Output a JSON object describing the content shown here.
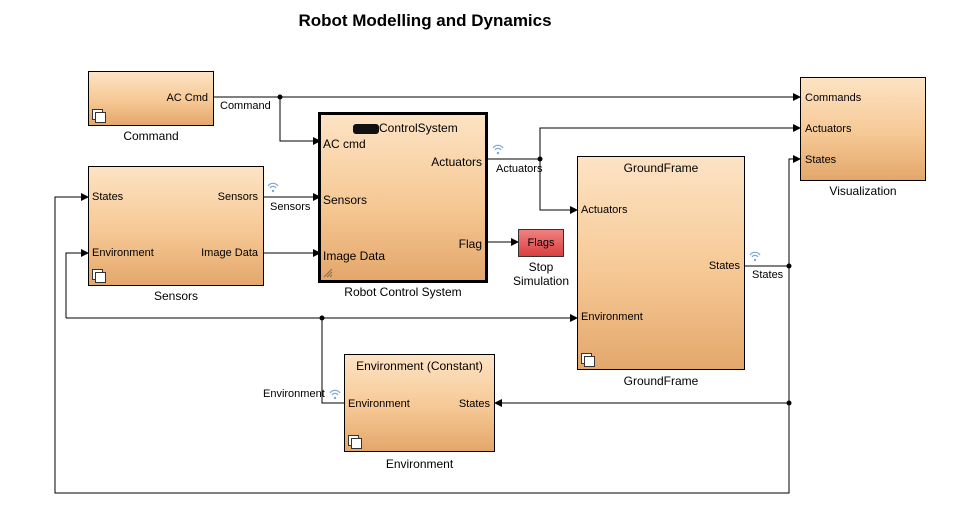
{
  "title": "Robot Modelling and Dynamics",
  "blocks": {
    "command": {
      "label": "Command",
      "out_port": "AC Cmd"
    },
    "sensors": {
      "label": "Sensors",
      "in_ports": [
        "States",
        "Environment"
      ],
      "out_ports": [
        "Sensors",
        "Image Data"
      ]
    },
    "control": {
      "label": "Robot Control System",
      "inner_title": "ControlSystem",
      "in_ports": [
        "AC cmd",
        "Sensors",
        "Image Data"
      ],
      "out_ports": [
        "Actuators",
        "Flag"
      ]
    },
    "flags": {
      "text": "Flags",
      "label_line1": "Stop",
      "label_line2": "Simulation"
    },
    "ground": {
      "label": "GroundFrame",
      "inner_title": "GroundFrame",
      "in_ports": [
        "Actuators",
        "Environment"
      ],
      "out_port": "States"
    },
    "visualization": {
      "label": "Visualization",
      "in_ports": [
        "Commands",
        "Actuators",
        "States"
      ]
    },
    "environment": {
      "label": "Environment",
      "inner_title": "Environment (Constant)",
      "in_port": "Environment",
      "out_port": "States"
    }
  },
  "signals": {
    "command": "Command",
    "sensors": "Sensors",
    "actuators": "Actuators",
    "states": "States",
    "environment": "Environment"
  }
}
